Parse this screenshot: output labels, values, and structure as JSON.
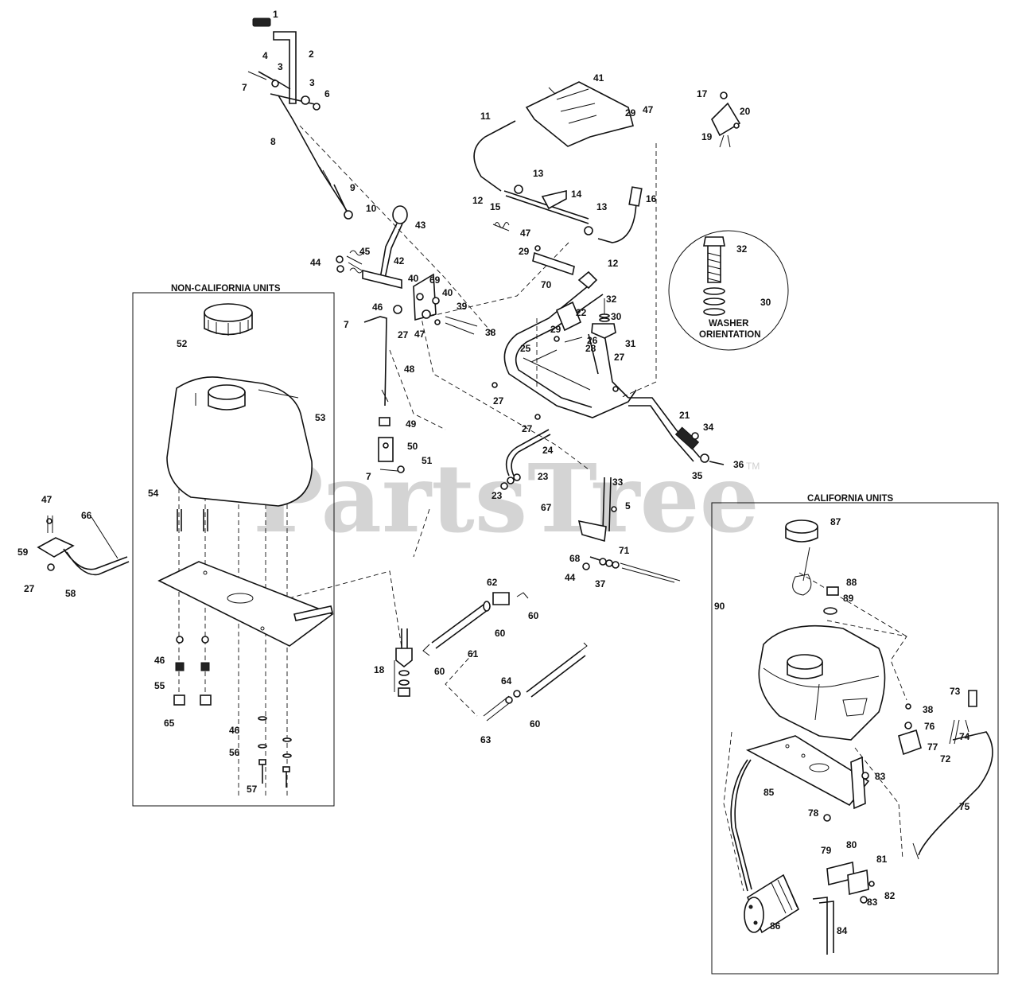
{
  "watermark": {
    "text": "PartsTree",
    "mark": "TM"
  },
  "sections": {
    "non_california": "NON-CALIFORNIA UNITS",
    "california": "CALIFORNIA UNITS"
  },
  "washer_callout": {
    "line1": "WASHER",
    "line2": "ORIENTATION"
  },
  "labels": [
    {
      "id": "1",
      "t": "1"
    },
    {
      "id": "2",
      "t": "2"
    },
    {
      "id": "3a",
      "t": "3"
    },
    {
      "id": "3b",
      "t": "3"
    },
    {
      "id": "4",
      "t": "4"
    },
    {
      "id": "6",
      "t": "6"
    },
    {
      "id": "7a",
      "t": "7"
    },
    {
      "id": "8",
      "t": "8"
    },
    {
      "id": "9",
      "t": "9"
    },
    {
      "id": "10",
      "t": "10"
    },
    {
      "id": "11",
      "t": "11"
    },
    {
      "id": "12a",
      "t": "12"
    },
    {
      "id": "12b",
      "t": "12"
    },
    {
      "id": "13a",
      "t": "13"
    },
    {
      "id": "13b",
      "t": "13"
    },
    {
      "id": "14",
      "t": "14"
    },
    {
      "id": "15",
      "t": "15"
    },
    {
      "id": "16",
      "t": "16"
    },
    {
      "id": "17",
      "t": "17"
    },
    {
      "id": "19",
      "t": "19"
    },
    {
      "id": "20",
      "t": "20"
    },
    {
      "id": "29a",
      "t": "29"
    },
    {
      "id": "47a",
      "t": "47"
    },
    {
      "id": "41",
      "t": "41"
    },
    {
      "id": "43",
      "t": "43"
    },
    {
      "id": "44a",
      "t": "44"
    },
    {
      "id": "45",
      "t": "45"
    },
    {
      "id": "42",
      "t": "42"
    },
    {
      "id": "40a",
      "t": "40"
    },
    {
      "id": "69",
      "t": "69"
    },
    {
      "id": "40b",
      "t": "40"
    },
    {
      "id": "46a",
      "t": "46"
    },
    {
      "id": "39",
      "t": "39"
    },
    {
      "id": "27a",
      "t": "27"
    },
    {
      "id": "47b",
      "t": "47"
    },
    {
      "id": "38a",
      "t": "38"
    },
    {
      "id": "7b",
      "t": "7"
    },
    {
      "id": "48",
      "t": "48"
    },
    {
      "id": "47c",
      "t": "47"
    },
    {
      "id": "29b",
      "t": "29"
    },
    {
      "id": "70",
      "t": "70"
    },
    {
      "id": "22",
      "t": "22"
    },
    {
      "id": "32a",
      "t": "32"
    },
    {
      "id": "30a",
      "t": "30"
    },
    {
      "id": "29c",
      "t": "29"
    },
    {
      "id": "26",
      "t": "26"
    },
    {
      "id": "28",
      "t": "28"
    },
    {
      "id": "31",
      "t": "31"
    },
    {
      "id": "25",
      "t": "25"
    },
    {
      "id": "27b",
      "t": "27"
    },
    {
      "id": "27c",
      "t": "27"
    },
    {
      "id": "27d",
      "t": "27"
    },
    {
      "id": "21",
      "t": "21"
    },
    {
      "id": "34",
      "t": "34"
    },
    {
      "id": "36",
      "t": "36"
    },
    {
      "id": "35",
      "t": "35"
    },
    {
      "id": "32b",
      "t": "32"
    },
    {
      "id": "30b",
      "t": "30"
    },
    {
      "id": "49",
      "t": "49"
    },
    {
      "id": "50",
      "t": "50"
    },
    {
      "id": "51",
      "t": "51"
    },
    {
      "id": "7c",
      "t": "7"
    },
    {
      "id": "24",
      "t": "24"
    },
    {
      "id": "23a",
      "t": "23"
    },
    {
      "id": "23b",
      "t": "23"
    },
    {
      "id": "67",
      "t": "67"
    },
    {
      "id": "33",
      "t": "33"
    },
    {
      "id": "5",
      "t": "5"
    },
    {
      "id": "52",
      "t": "52"
    },
    {
      "id": "53",
      "t": "53"
    },
    {
      "id": "54",
      "t": "54"
    },
    {
      "id": "46b",
      "t": "46"
    },
    {
      "id": "55",
      "t": "55"
    },
    {
      "id": "65",
      "t": "65"
    },
    {
      "id": "46c",
      "t": "46"
    },
    {
      "id": "56",
      "t": "56"
    },
    {
      "id": "57",
      "t": "57"
    },
    {
      "id": "47d",
      "t": "47"
    },
    {
      "id": "66",
      "t": "66"
    },
    {
      "id": "59",
      "t": "59"
    },
    {
      "id": "27e",
      "t": "27"
    },
    {
      "id": "58",
      "t": "58"
    },
    {
      "id": "18",
      "t": "18"
    },
    {
      "id": "62",
      "t": "62"
    },
    {
      "id": "60a",
      "t": "60"
    },
    {
      "id": "60b",
      "t": "60"
    },
    {
      "id": "61",
      "t": "61"
    },
    {
      "id": "60c",
      "t": "60"
    },
    {
      "id": "64",
      "t": "64"
    },
    {
      "id": "60d",
      "t": "60"
    },
    {
      "id": "63",
      "t": "63"
    },
    {
      "id": "68",
      "t": "68"
    },
    {
      "id": "71",
      "t": "71"
    },
    {
      "id": "44b",
      "t": "44"
    },
    {
      "id": "37",
      "t": "37"
    },
    {
      "id": "87",
      "t": "87"
    },
    {
      "id": "88",
      "t": "88"
    },
    {
      "id": "89",
      "t": "89"
    },
    {
      "id": "90",
      "t": "90"
    },
    {
      "id": "38b",
      "t": "38"
    },
    {
      "id": "76",
      "t": "76"
    },
    {
      "id": "77",
      "t": "77"
    },
    {
      "id": "73",
      "t": "73"
    },
    {
      "id": "74",
      "t": "74"
    },
    {
      "id": "72",
      "t": "72"
    },
    {
      "id": "83a",
      "t": "83"
    },
    {
      "id": "85",
      "t": "85"
    },
    {
      "id": "78",
      "t": "78"
    },
    {
      "id": "75",
      "t": "75"
    },
    {
      "id": "79",
      "t": "79"
    },
    {
      "id": "80",
      "t": "80"
    },
    {
      "id": "81",
      "t": "81"
    },
    {
      "id": "83b",
      "t": "83"
    },
    {
      "id": "82",
      "t": "82"
    },
    {
      "id": "86",
      "t": "86"
    },
    {
      "id": "84",
      "t": "84"
    }
  ]
}
